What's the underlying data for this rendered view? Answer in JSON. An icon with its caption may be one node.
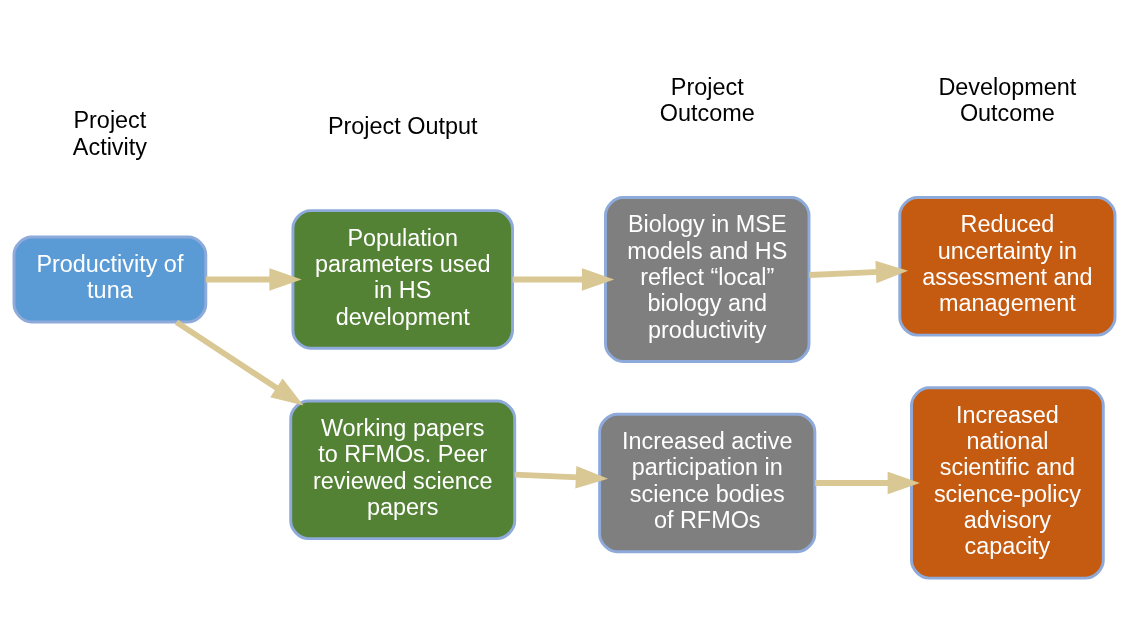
{
  "diagram": {
    "nodes": [
      {
        "text": [
          "Productivity of tuna"
        ]
      },
      {
        "text": [
          "Population parameters used in HS development"
        ]
      },
      {
        "text": [
          "Biology in MSE models and HS reflect “local” biology and productivity"
        ]
      },
      {
        "text": [
          "Reduced uncertainty in assessment and management"
        ]
      },
      {
        "text": [
          "Working papers to RFMOs. Peer reviewed science papers"
        ]
      },
      {
        "text": [
          "Increased active participation in science bodies of RFMOs"
        ]
      },
      {
        "text": [
          "Increased national scientific and science-policy advisory capacity"
        ]
      }
    ],
    "edges": [
      {
        "from": 0,
        "to": 1,
        "arrow": "to"
      },
      {
        "from": 1,
        "to": 2,
        "arrow": "to"
      },
      {
        "from": 2,
        "to": 3,
        "arrow": "to"
      },
      {
        "from": 0,
        "to": 4,
        "arrow": "to"
      },
      {
        "from": 4,
        "to": 5,
        "arrow": "to"
      },
      {
        "from": 5,
        "to": 6,
        "arrow": "to"
      }
    ],
    "labels": [
      "Project Activity",
      "Project Output",
      "Project Outcome",
      "Development Outcome"
    ]
  }
}
